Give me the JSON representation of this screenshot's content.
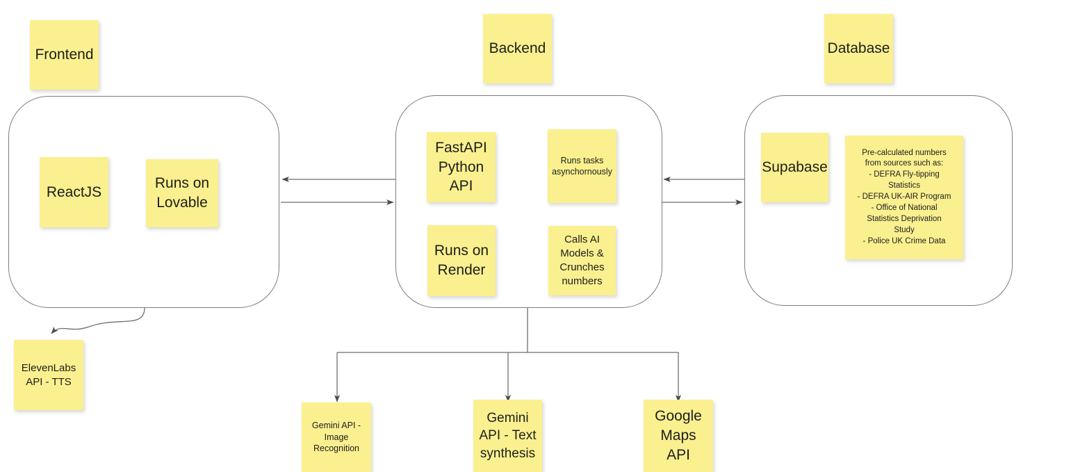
{
  "diagram": {
    "title": "System Architecture Sticky-Note Diagram",
    "note_color": "#faf08f",
    "line_color": "#6e6e6e",
    "background": "#ffffff"
  },
  "groups": [
    {
      "id": "frontend",
      "label": "Frontend"
    },
    {
      "id": "backend",
      "label": "Backend"
    },
    {
      "id": "database",
      "label": "Database"
    }
  ],
  "notes": {
    "frontend_title": "Frontend",
    "backend_title": "Backend",
    "database_title": "Database",
    "reactjs": "ReactJS",
    "runs_on_lovable": "Runs on\nLovable",
    "fastapi": "FastAPI\nPython\nAPI",
    "runs_tasks_async": "Runs tasks\nasynchornously",
    "runs_on_render": "Runs on\nRender",
    "calls_ai_models": "Calls AI\nModels &\nCrunches\nnumbers",
    "supabase": "Supabase",
    "precalculated_sources": "Pre-calculated numbers\nfrom sources such as:\n- DEFRA Fly-tipping\nStatistics\n- DEFRA UK-AIR Program\n- Office of National\nStatistics Deprivation\nStudy\n- Police UK Crime Data",
    "elevenlabs_tts": "ElevenLabs\nAPI - TTS",
    "gemini_image": "Gemini API -\nImage\nRecognition",
    "gemini_text": "Gemini\nAPI - Text\nsynthesis",
    "google_maps": "Google\nMaps\nAPI"
  },
  "connections": [
    {
      "id": "backend-to-frontend",
      "from": "backend",
      "to": "frontend",
      "direction": "left"
    },
    {
      "id": "frontend-to-backend",
      "from": "frontend",
      "to": "backend",
      "direction": "right"
    },
    {
      "id": "database-to-backend",
      "from": "database",
      "to": "backend",
      "direction": "left"
    },
    {
      "id": "backend-to-database",
      "from": "backend",
      "to": "database",
      "direction": "right"
    },
    {
      "id": "frontend-to-elevenlabs",
      "from": "frontend",
      "to": "elevenlabs_tts",
      "direction": "down"
    },
    {
      "id": "backend-to-gemini-image",
      "from": "backend",
      "to": "gemini_image",
      "direction": "down"
    },
    {
      "id": "backend-to-gemini-text",
      "from": "backend",
      "to": "gemini_text",
      "direction": "down"
    },
    {
      "id": "backend-to-google-maps",
      "from": "backend",
      "to": "google_maps",
      "direction": "down"
    }
  ]
}
